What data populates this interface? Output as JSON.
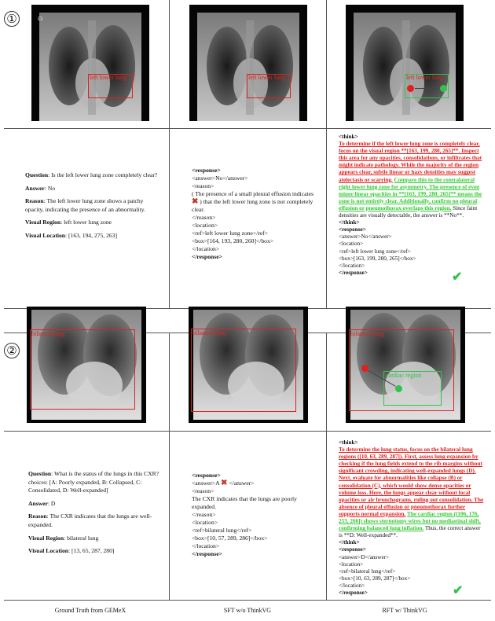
{
  "examples": [
    {
      "number": "①",
      "panels": [
        {
          "box_label": "left lower lung"
        },
        {
          "box_label": "left lower lung"
        },
        {
          "box_label": "left lower lung"
        }
      ],
      "ground_truth": {
        "question_key": "Question",
        "question": ": Is the left lower lung zone completely clear?",
        "answer_key": "Answer",
        "answer": ": No",
        "reason_key": "Reason",
        "reason": ": The left lower lung zone shows a patchy opacity, indicating the presence of an abnormality.",
        "region_key": "Visual Region",
        "region": ": left lower lung zone",
        "location_key": "Visual Location",
        "location": ": [163, 194, 275, 263]"
      },
      "sft": {
        "open": "<response>",
        "answer": "<answer>No</answer>",
        "reason_open": "<reason>",
        "reason_a": "( The presence of a small pleural effusion indicates ",
        "reason_b": " ) that the left lower lung zone is not completely clear.",
        "reason_close": "</reason>",
        "loc_open": "<location>",
        "ref": "<ref>left lower lung zone</ref>",
        "box": "<box>[164, 193, 280, 260]</box>",
        "loc_close": "</location>",
        "close": "</response>"
      },
      "rft": {
        "think_open": "<think>",
        "red": "To determine if the left lower lung zone is completely clear, focus on the visual region **[163, 199, 280, 265]**. Inspect this area for any opacities, consolidations, or infiltrates that might indicate pathology. While the majority of the region appears clear, subtle linear or hazy densities may suggest atelectasis or scarring.",
        "green": "Compare this to the contralateral right lower lung zone for asymmetry. The presence of even minor linear opacities in **[163, 199, 280, 265]** means the zone is not entirely clear. Additionally, confirm no pleural effusion or pneumothorax overlaps this region.",
        "plain": " Since faint densities are visually detectable, the answer is **No**.",
        "think_close": "</think>",
        "resp_open": "<response>",
        "answer": "<answer>No</answer>",
        "loc_open": "<location>",
        "ref": "<ref>left lower lung zone</ref>",
        "box": "<box>[163, 199, 280, 265]</box>",
        "loc_close": "</location>",
        "resp_close": "</response>"
      }
    },
    {
      "number": "②",
      "panels": [
        {
          "box_label": "bilateral lung"
        },
        {
          "box_label": "bilateral lung"
        },
        {
          "box_label": "bilateral lung",
          "box2_label": "cardiac region"
        }
      ],
      "ground_truth": {
        "question_key": "Question",
        "question": ": What is the status of the lungs in this CXR? choices: [A: Poorly expanded, B: Collapsed, C: Consolidated, D: Well-expanded]",
        "answer_key": "Answer",
        "answer": ": D",
        "reason_key": "Reason",
        "reason": ": The CXR indicates that the lungs are well-expanded.",
        "region_key": "Visual Region",
        "region": ": bilateral lung",
        "location_key": "Visual Location",
        "location": ": [13, 65, 287, 280]"
      },
      "sft": {
        "open": "<response>",
        "answer_a": "<answer>A ",
        "answer_b": " </answer>",
        "reason_open": "<reason>",
        "reason": "The CXR indicates that the lungs are poorly expanded.",
        "reason_close": "</reason>",
        "loc_open": "<location>",
        "ref": "<ref>bilateral lung</ref>",
        "box": "<box>[10, 57, 289, 286]</box>",
        "loc_close": "</location>",
        "close": "</response>"
      },
      "rft": {
        "think_open": "<think>",
        "red": "To determine the lung status, focus on the bilateral lung regions ([10, 63, 289, 287]). First, assess lung expansion by checking if the lung fields extend to the rib margins without significant crowding, indicating well-expanded lungs (D). Next, evaluate for abnormalities like collapse (B) or consolidation (C), which would show dense opacities or volume loss. Here, the lungs appear clear without focal opacities or air bronchograms, ruling out consolidation. The absence of pleural effusion or pneumothorax further supports normal expansion.",
        "green": "The cardiac region ([106, 176, 253, 266]) shows sternotomy wires but no mediastinal shift, confirming balanced lung inflation.",
        "plain": " Thus, the correct answer is **D: Well-expanded**.",
        "think_close": "</think>",
        "resp_open": "<response>",
        "answer": "<answer>D</answer>",
        "loc_open": "<location>",
        "ref": "<ref>bilateral lung</ref>",
        "box": "<box>[10, 63, 289, 287]</box>",
        "loc_close": "</location>",
        "resp_close": "</response>"
      }
    }
  ],
  "captions": [
    "Ground Truth from GEMeX",
    "SFT w/o ThinkVG",
    "RFT w/ ThinkVG"
  ],
  "marks": {
    "cross": "✖",
    "check": "✔"
  },
  "colors": {
    "red_box": "#e02020",
    "green_box": "#33c24a",
    "divider": "#555555"
  }
}
